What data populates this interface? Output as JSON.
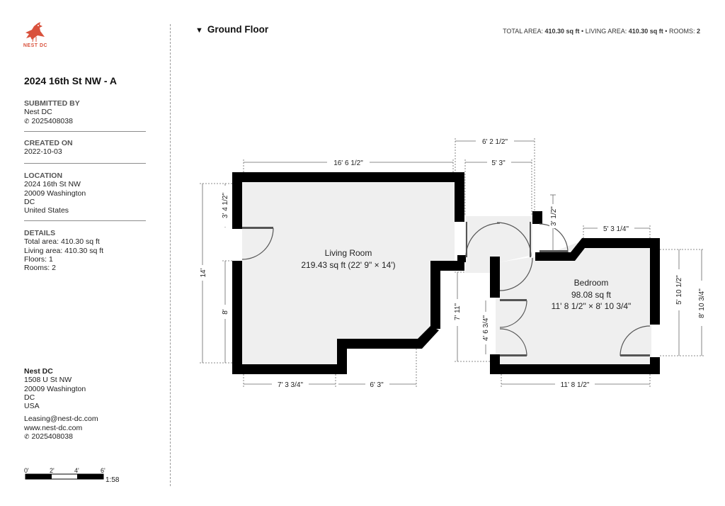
{
  "brand": {
    "logo_text": "NEST DC",
    "logo_icon": "cardinal-bird-icon",
    "accent_color": "#d9513c"
  },
  "property": {
    "title": "2024 16th St NW - A"
  },
  "submitted_by": {
    "heading": "SUBMITTED BY",
    "name": "Nest DC",
    "phone": "2025408038"
  },
  "created_on": {
    "heading": "CREATED ON",
    "date": "2022-10-03"
  },
  "location": {
    "heading": "LOCATION",
    "line1": "2024 16th St NW",
    "line2": "20009 Washington",
    "line3": "DC",
    "line4": "United States"
  },
  "details": {
    "heading": "DETAILS",
    "total_area": "Total area: 410.30 sq ft",
    "living_area": "Living area: 410.30 sq ft",
    "floors": "Floors: 1",
    "rooms": "Rooms: 2"
  },
  "contact": {
    "name": "Nest DC",
    "address1": "1508 U St NW",
    "address2": "20009 Washington",
    "address3": "DC",
    "address4": "USA",
    "email": "Leasing@nest-dc.com",
    "website": "www.nest-dc.com",
    "phone": "2025408038"
  },
  "scale": {
    "ticks": [
      "0'",
      "2'",
      "4'",
      "6'"
    ],
    "ratio": "1:58"
  },
  "header": {
    "floor_name": "Ground Floor",
    "total_area_label": "TOTAL AREA:",
    "total_area_value": "410.30 sq ft",
    "living_area_label": "LIVING AREA:",
    "living_area_value": "410.30 sq ft",
    "rooms_label": "ROOMS:",
    "rooms_value": "2",
    "separator": "•"
  },
  "rooms": {
    "living": {
      "name": "Living Room",
      "area": "219.43 sq ft (22' 9\" × 14')"
    },
    "bedroom": {
      "name": "Bedroom",
      "area": "98.08 sq ft",
      "dims": "11' 8 1/2\" × 8' 10 3/4\""
    }
  },
  "dimensions": {
    "living_top": "16' 6 1/2\"",
    "hall_top_outer": "6' 2 1/2\"",
    "hall_top_inner": "5' 3\"",
    "hall_right": "3' 1/2\"",
    "bedroom_top": "5' 3 1/4\"",
    "living_left_total": "14'",
    "living_left_upper": "3' 4 1/2\"",
    "living_left_lower": "8'",
    "living_bottom_left": "7' 3 3/4\"",
    "living_bottom_right": "6' 3\"",
    "hall_vertical": "7' 11\"",
    "closet_vertical": "4' 6 3/4\"",
    "bedroom_right_inner": "5' 10 1/2\"",
    "bedroom_right_outer": "8' 10 3/4\"",
    "bedroom_bottom": "11' 8 1/2\""
  }
}
